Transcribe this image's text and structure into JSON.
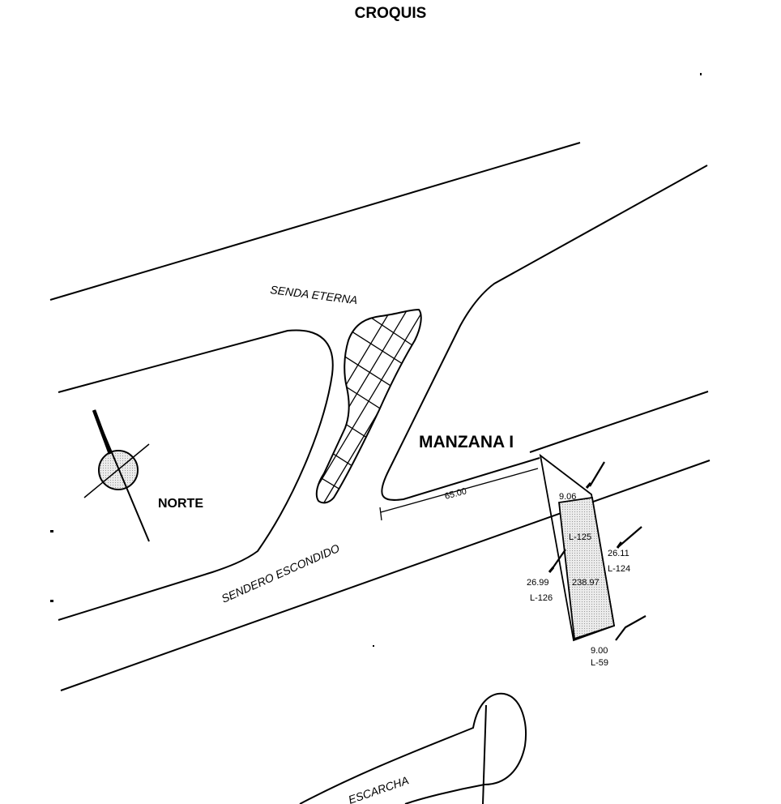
{
  "title": "CROQUIS",
  "streets": {
    "senda_eterna": "SENDA ETERNA",
    "sendero_escondido": "SENDERO ESCONDIDO",
    "escarcha": "ESCARCHA"
  },
  "block_label": "MANZANA I",
  "north_label": "NORTE",
  "dimensions": {
    "front_distance": "65.00",
    "lot_front": "9.06",
    "lot_back": "9.00",
    "lot_left": "26.99",
    "lot_right": "26.11",
    "lot_area": "238.97"
  },
  "lots": {
    "subject": "L-125",
    "right": "L-124",
    "left": "L-126",
    "back": "L-59"
  },
  "colors": {
    "line": "#000000",
    "background": "#ffffff",
    "lot_fill": "#e4e4e4"
  }
}
